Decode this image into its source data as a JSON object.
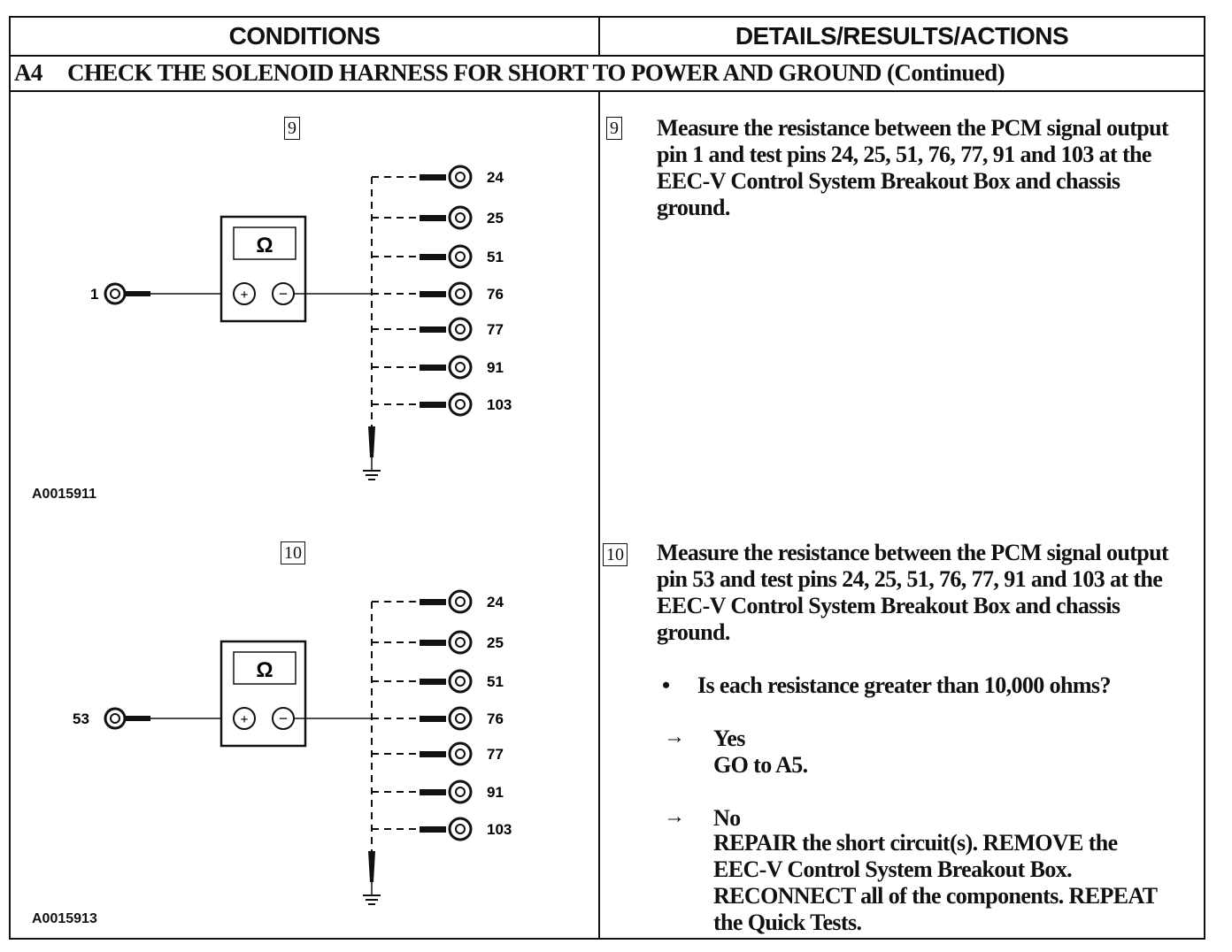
{
  "header": {
    "conditions": "CONDITIONS",
    "details": "DETAILS/RESULTS/ACTIONS"
  },
  "step": {
    "code": "A4",
    "title": "CHECK THE SOLENOID HARNESS FOR SHORT TO POWER AND GROUND (Continued)"
  },
  "blocks": [
    {
      "number": "9",
      "figure_id": "A0015911",
      "source_pin": "1",
      "meter_symbol": "Ω",
      "test_pins": [
        "24",
        "25",
        "51",
        "76",
        "77",
        "91",
        "103"
      ],
      "instruction": "Measure the resistance between the PCM signal output pin 1 and test pins 24, 25, 51, 76, 77, 91 and 103 at the EEC-V Control System Breakout Box and chassis ground."
    },
    {
      "number": "10",
      "figure_id": "A0015913",
      "source_pin": "53",
      "meter_symbol": "Ω",
      "test_pins": [
        "24",
        "25",
        "51",
        "76",
        "77",
        "91",
        "103"
      ],
      "instruction": "Measure the resistance between the PCM signal output pin 53 and test pins 24, 25, 51, 76, 77, 91 and 103 at the EEC-V Control System Breakout Box and chassis ground."
    }
  ],
  "question": "Is each resistance greater than 10,000 ohms?",
  "options": [
    {
      "label": "Yes",
      "action": "GO to A5."
    },
    {
      "label": "No",
      "action": "REPAIR the short circuit(s). REMOVE the EEC-V Control System Breakout Box. RECONNECT all of the components. REPEAT the Quick Tests."
    }
  ],
  "glyphs": {
    "bullet": "•",
    "arrow": "→"
  }
}
